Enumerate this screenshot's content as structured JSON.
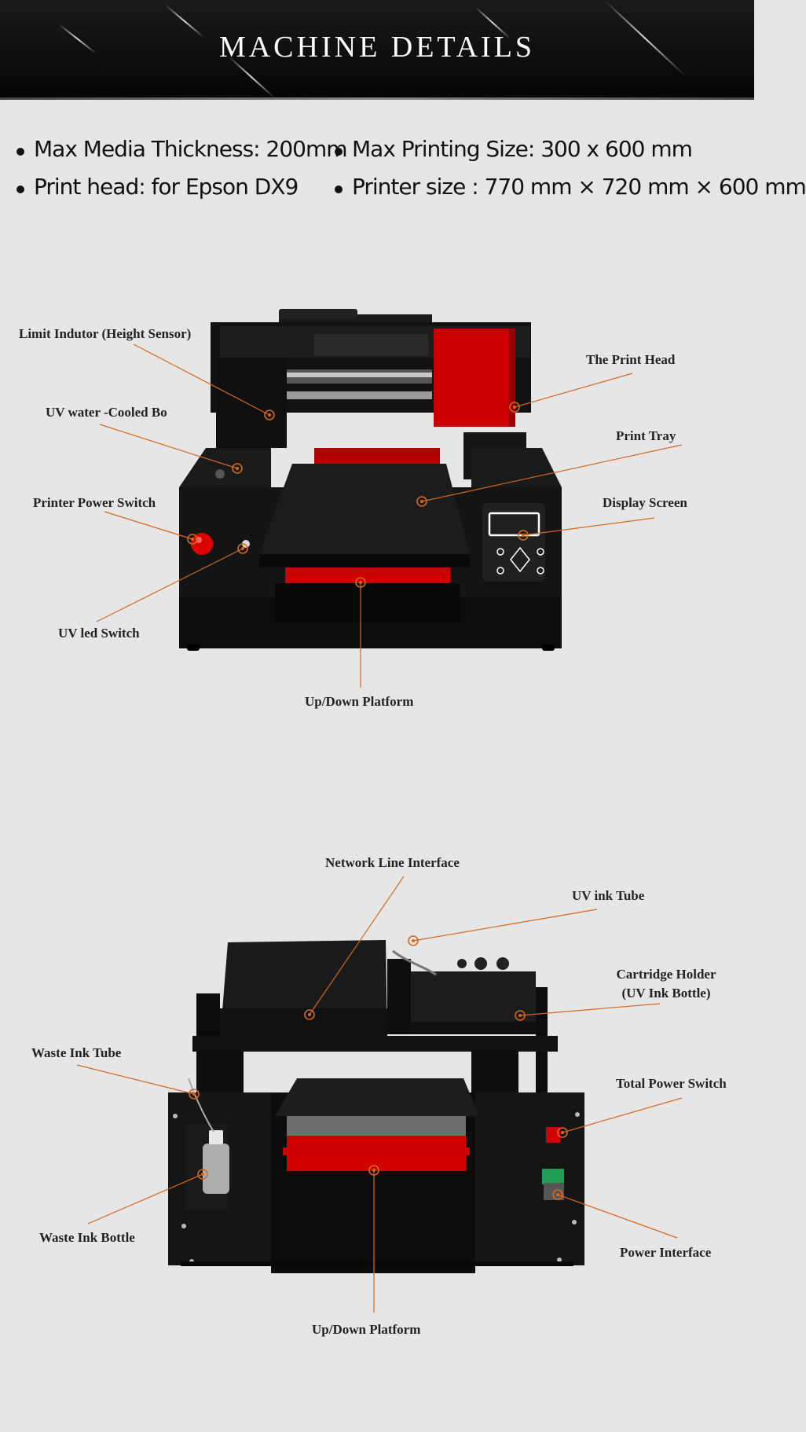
{
  "banner": {
    "title": "MACHINE DETAILS"
  },
  "specs": [
    "Max Media Thickness: 200mm",
    "Max Printing Size: 300 x 600 mm",
    "Print head: for Epson DX9",
    "Printer size :  770 mm × 720 mm × 600 mm"
  ],
  "front_view": {
    "labels": {
      "limit_inductor": "Limit Indutor (Height Sensor)",
      "uv_water_cooled": "UV water -Cooled Bo",
      "printer_power_switch": "Printer Power Switch",
      "uv_led_switch": "UV led Switch",
      "print_head": "The Print Head",
      "print_tray": "Print Tray",
      "display_screen": "Display Screen",
      "up_down_platform": "Up/Down Platform"
    }
  },
  "rear_view": {
    "labels": {
      "network_line_interface": "Network Line Interface",
      "uv_ink_tube": "UV ink Tube",
      "cartridge_holder_line1": "Cartridge Holder",
      "cartridge_holder_line2": "(UV Ink Bottle)",
      "waste_ink_tube": "Waste Ink Tube",
      "total_power_switch": "Total Power Switch",
      "waste_ink_bottle": "Waste Ink Bottle",
      "power_interface": "Power Interface",
      "up_down_platform": "Up/Down Platform"
    }
  },
  "colors": {
    "callout": "#d2691e",
    "accent_red": "#cc0000",
    "machine_body": "#141414"
  }
}
